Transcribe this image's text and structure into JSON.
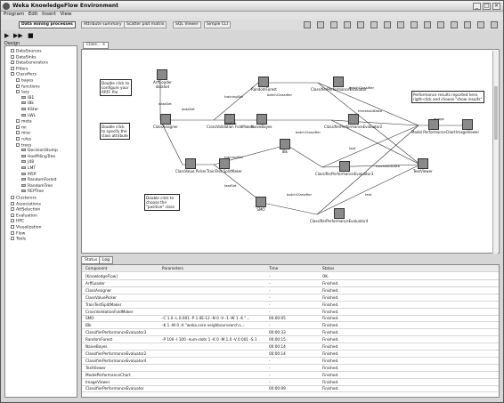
{
  "window": {
    "title": "Weka KnowledgeFlow Environment",
    "min": "_",
    "max": "□",
    "close": "×"
  },
  "menu": [
    "Program",
    "Edit",
    "Insert",
    "View"
  ],
  "toolbar": {
    "buttons": [
      "Data mining processes",
      "Attribute summary",
      "Scatter plot matrix",
      "SQL Viewer",
      "Simple CLI"
    ]
  },
  "runbar": {
    "play": "▶",
    "play2": "▶▶",
    "stop": "■"
  },
  "design_label": "Design",
  "tree": [
    {
      "label": "DataSources",
      "indent": 1,
      "kind": "folder"
    },
    {
      "label": "DataSinks",
      "indent": 1,
      "kind": "folder"
    },
    {
      "label": "DataGenerators",
      "indent": 1,
      "kind": "folder"
    },
    {
      "label": "Filters",
      "indent": 1,
      "kind": "folder"
    },
    {
      "label": "Classifiers",
      "indent": 1,
      "kind": "folder"
    },
    {
      "label": "bayes",
      "indent": 2,
      "kind": "folder"
    },
    {
      "label": "functions",
      "indent": 2,
      "kind": "folder"
    },
    {
      "label": "lazy",
      "indent": 2,
      "kind": "folder"
    },
    {
      "label": "IB1",
      "indent": 3,
      "kind": "item"
    },
    {
      "label": "IBk",
      "indent": 3,
      "kind": "item"
    },
    {
      "label": "KStar",
      "indent": 3,
      "kind": "item"
    },
    {
      "label": "LWL",
      "indent": 3,
      "kind": "item"
    },
    {
      "label": "meta",
      "indent": 2,
      "kind": "folder"
    },
    {
      "label": "mi",
      "indent": 2,
      "kind": "folder"
    },
    {
      "label": "misc",
      "indent": 2,
      "kind": "folder"
    },
    {
      "label": "rules",
      "indent": 2,
      "kind": "folder"
    },
    {
      "label": "trees",
      "indent": 2,
      "kind": "folder"
    },
    {
      "label": "DecisionStump",
      "indent": 3,
      "kind": "item"
    },
    {
      "label": "HoeffdingTree",
      "indent": 3,
      "kind": "item"
    },
    {
      "label": "J48",
      "indent": 3,
      "kind": "item"
    },
    {
      "label": "LMT",
      "indent": 3,
      "kind": "item"
    },
    {
      "label": "M5P",
      "indent": 3,
      "kind": "item"
    },
    {
      "label": "RandomForest",
      "indent": 3,
      "kind": "item"
    },
    {
      "label": "RandomTree",
      "indent": 3,
      "kind": "item"
    },
    {
      "label": "REPTree",
      "indent": 3,
      "kind": "item"
    },
    {
      "label": "Clusterers",
      "indent": 1,
      "kind": "folder"
    },
    {
      "label": "Associations",
      "indent": 1,
      "kind": "folder"
    },
    {
      "label": "AttSelection",
      "indent": 1,
      "kind": "folder"
    },
    {
      "label": "Evaluation",
      "indent": 1,
      "kind": "folder"
    },
    {
      "label": "HPC",
      "indent": 1,
      "kind": "folder"
    },
    {
      "label": "Visualization",
      "indent": 1,
      "kind": "folder"
    },
    {
      "label": "Flow",
      "indent": 1,
      "kind": "folder"
    },
    {
      "label": "Tools",
      "indent": 1,
      "kind": "folder"
    }
  ],
  "flow_tab": {
    "label": "Class...",
    "close": "×"
  },
  "notes": [
    "Double click to configure your ARFF file",
    "Double click to specify the class attribute",
    "Double click to choose the \"positive\" class",
    "Performance results reported here, right-click and choose \"show results\""
  ],
  "nodes": [
    {
      "label": "ArffLoader",
      "sub": "dataSet"
    },
    {
      "label": "ClassAssigner",
      "sub": ""
    },
    {
      "label": "CrossValidation FoldMaker",
      "sub": ""
    },
    {
      "label": "ClassValue Picker",
      "sub": ""
    },
    {
      "label": "TrainTest SplitMaker",
      "sub": ""
    },
    {
      "label": "RandomForest",
      "sub": ""
    },
    {
      "label": "NaiveBayes",
      "sub": ""
    },
    {
      "label": "IBk",
      "sub": ""
    },
    {
      "label": "SMO",
      "sub": ""
    },
    {
      "label": "ClassifierPerformanceEvaluator",
      "sub": ""
    },
    {
      "label": "ClassifierPerformanceEvaluator2",
      "sub": ""
    },
    {
      "label": "ClassifierPerformanceEvaluator3",
      "sub": ""
    },
    {
      "label": "ClassifierPerformanceEvaluator4",
      "sub": ""
    },
    {
      "label": "Model PerformanceChart",
      "sub": ""
    },
    {
      "label": "TextViewer",
      "sub": ""
    },
    {
      "label": "ImageViewer",
      "sub": ""
    }
  ],
  "edge_labels": [
    "dataSet",
    "dataSet",
    "trainingSet",
    "testSet",
    "trainingSet",
    "testSet",
    "batchClassifier",
    "batchClassifier",
    "batchClassifier",
    "batchClassifier",
    "thresholdData",
    "text",
    "thresholdData",
    "text",
    "image"
  ],
  "status_tabs": [
    "Status",
    "Log"
  ],
  "status_headers": [
    "Component",
    "Parameters",
    "Time",
    "Status"
  ],
  "status_rows": [
    [
      "[KnowledgeFlow]",
      "",
      "-",
      "OK."
    ],
    [
      "ArffLoader",
      "",
      "-",
      "Finished."
    ],
    [
      "ClassAssigner",
      "",
      "-",
      "Finished."
    ],
    [
      "ClassValuePicker",
      "",
      "-",
      "Finished."
    ],
    [
      "TrainTestSplitMaker",
      "",
      "-",
      "Finished."
    ],
    [
      "CrossValidationFoldMaker",
      "",
      "-",
      "Finished."
    ],
    [
      "SMO",
      "-C 1.0 -L 0.001 -P 1.0E-12 -N 0 -V -1 -W 1 -K \"...",
      "00:00:05",
      "Finished."
    ],
    [
      "IBk",
      "-K 1 -W 0 -A \"weka.core.neighboursearch.L...",
      "-",
      "Finished."
    ],
    [
      "ClassifierPerformanceEvaluator3",
      "",
      "00:00:33",
      "Finished."
    ],
    [
      "RandomForest",
      "-P 100 -I 100 -num-slots 1 -K 0 -M 1.0 -V 0.001 -S 1",
      "00:00:15",
      "Finished."
    ],
    [
      "NaiveBayes",
      "",
      "00:00:14",
      "Finished."
    ],
    [
      "ClassifierPerformanceEvaluator2",
      "",
      "00:00:14",
      "Finished."
    ],
    [
      "ClassifierPerformanceEvaluator4",
      "",
      "-",
      "Finished."
    ],
    [
      "TextViewer",
      "",
      "-",
      "Finished."
    ],
    [
      "ModelPerformanceChart",
      "",
      "-",
      "Finished."
    ],
    [
      "ImageViewer",
      "",
      "-",
      "Finished."
    ],
    [
      "ClassifierPerformanceEvaluator",
      "",
      "00:00:09",
      "Finished."
    ]
  ]
}
